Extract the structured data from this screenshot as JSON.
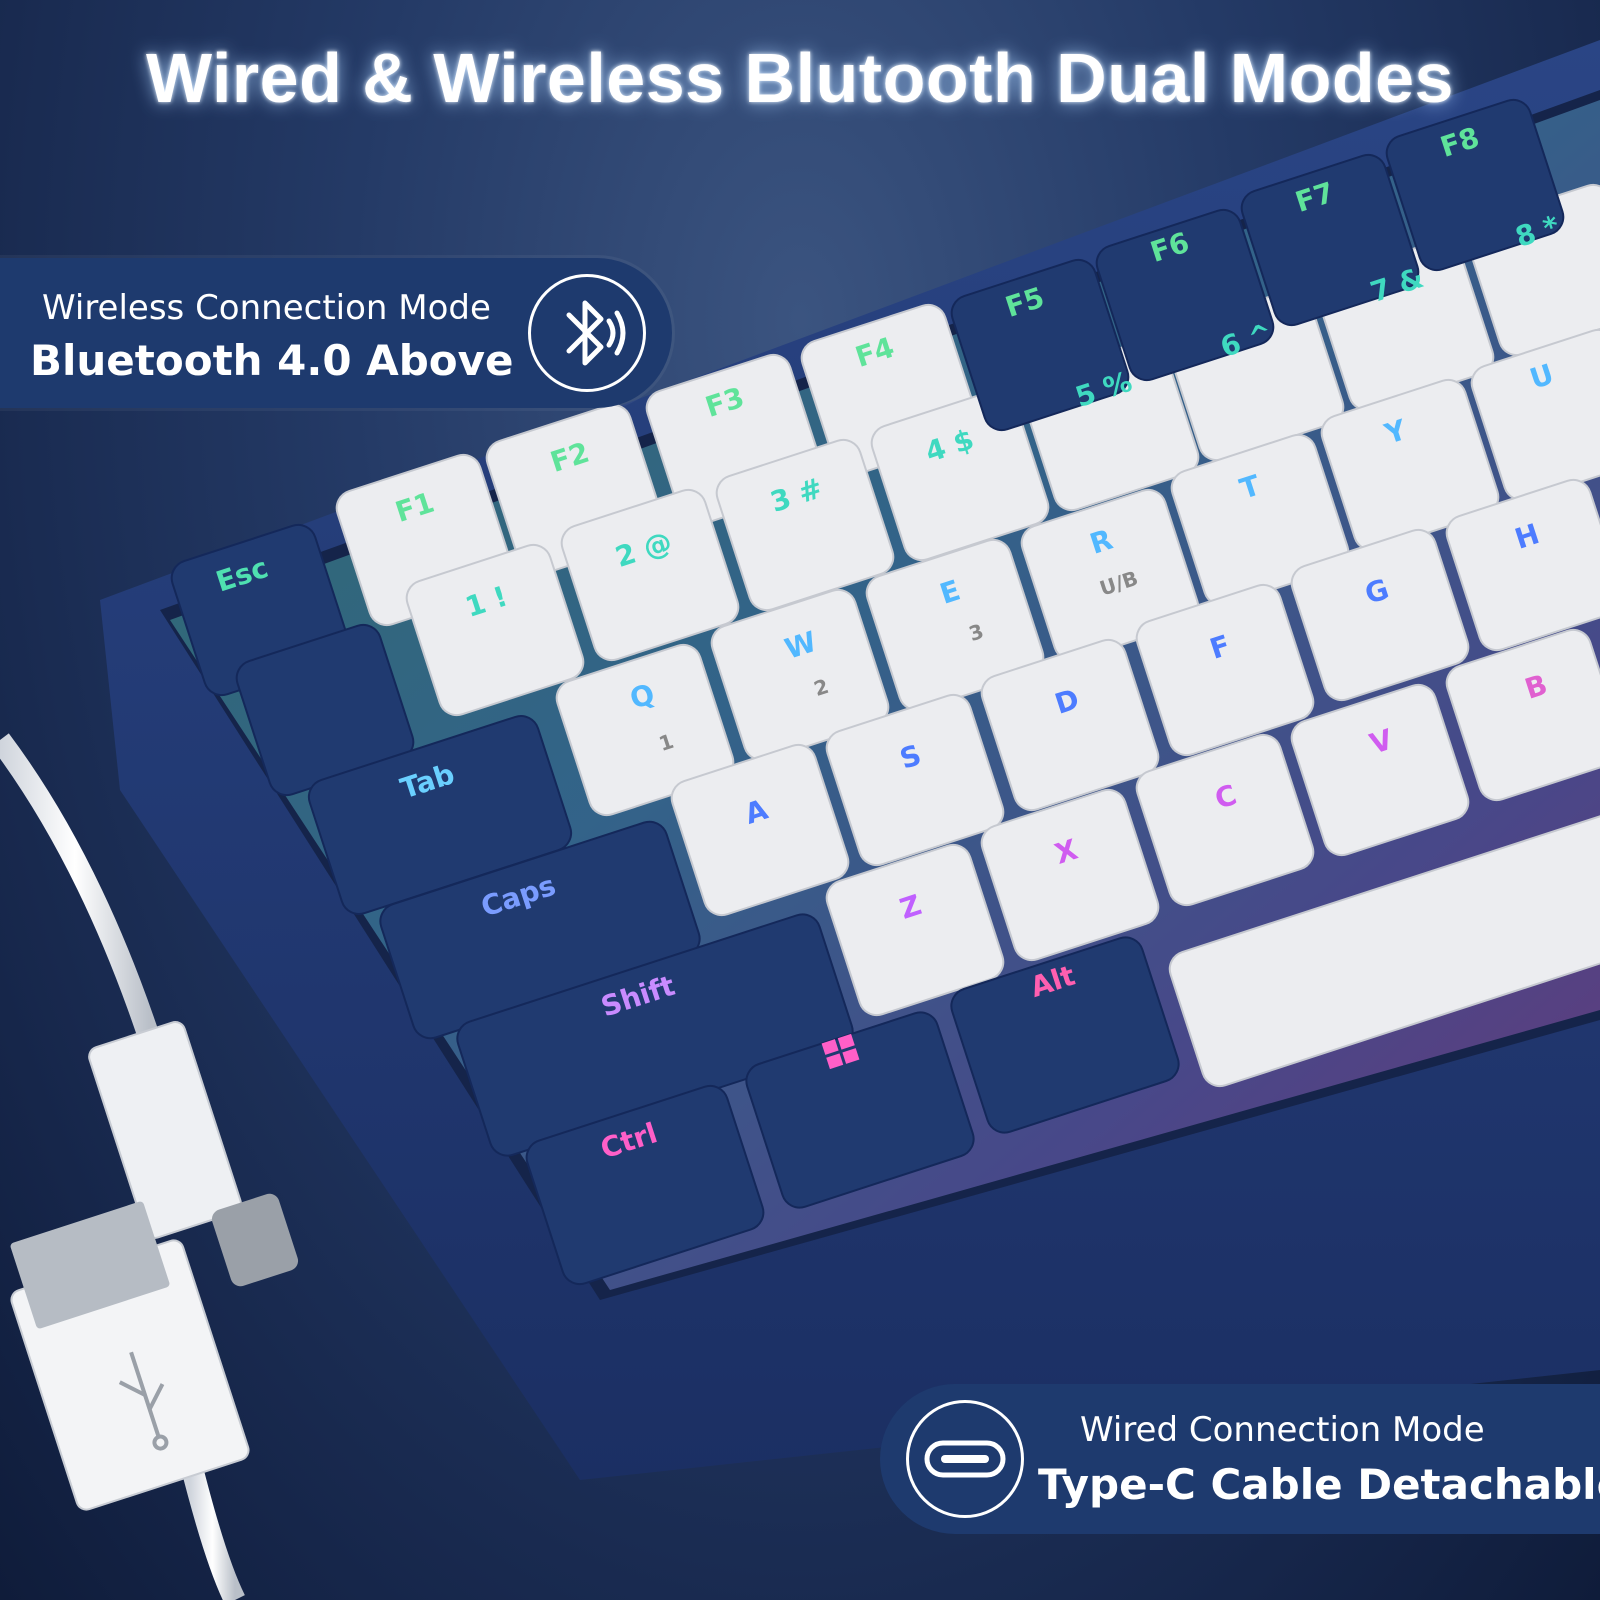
{
  "headline": "Wired & Wireless Blutooth Dual Modes",
  "wireless_banner": {
    "line1": "Wireless Connection Mode",
    "line2": "Bluetooth 4.0 Above",
    "icon": "bluetooth-icon"
  },
  "wired_banner": {
    "line1": "Wired Connection Mode",
    "line2": "Type-C Cable Detachable",
    "icon": "usb-c-port-icon"
  },
  "keys": {
    "esc": "Esc",
    "f1": "F1",
    "f2": "F2",
    "f3": "F3",
    "f4": "F4",
    "f5": "F5",
    "f6": "F6",
    "f7": "F7",
    "f8": "F8",
    "one": "1 !",
    "two": "2 @",
    "three": "3 #",
    "four": "4 $",
    "five": "5 %",
    "six": "6 ^",
    "seven": "7 &",
    "eight": "8 *",
    "tab": "Tab",
    "q": "Q",
    "w": "W",
    "e": "E",
    "r": "R",
    "t": "T",
    "y": "Y",
    "u": "U",
    "caps": "Caps",
    "a": "A",
    "s": "S",
    "d": "D",
    "f": "F",
    "g": "G",
    "h": "H",
    "shift": "Shift",
    "z": "Z",
    "x": "X",
    "c": "C",
    "v": "V",
    "b": "B",
    "ctrl": "Ctrl",
    "alt": "Alt",
    "r_sub": "U/B",
    "q_sub": "1",
    "w_sub": "2",
    "e_sub": "3"
  },
  "colors": {
    "background": "#1a2a4e",
    "banner": "#1e3a6e",
    "keyboard_case": "#223a78",
    "dark_keycap": "#203a70",
    "light_keycap": "#ecedf0"
  }
}
